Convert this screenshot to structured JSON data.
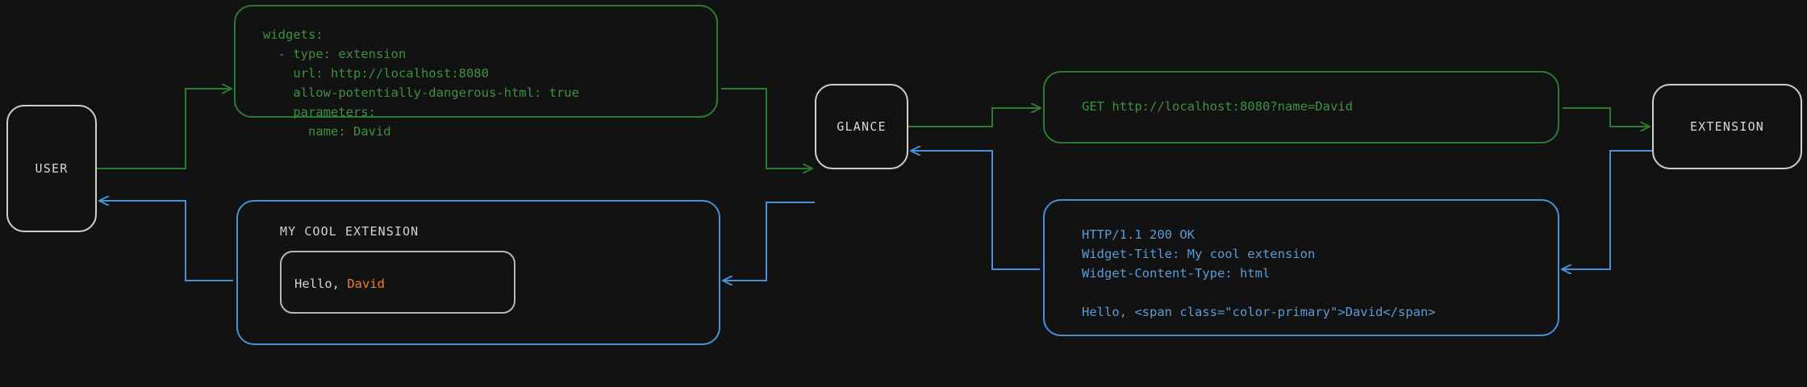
{
  "diagram": {
    "background_color": "#121212",
    "request_color": "#2f7a32",
    "response_color": "#4a90d9",
    "node_border_color": "#cfcfcf",
    "accent_color": "#ef7f31",
    "nodes": {
      "user": "USER",
      "glance": "GLANCE",
      "extension": "EXTENSION"
    },
    "yaml_config": "widgets:\n  - type: extension\n    url: http://localhost:8080\n    allow-potentially-dangerous-html: true\n    parameters:\n      name: David",
    "get_request": "GET http://localhost:8080?name=David",
    "http_response": "HTTP/1.1 200 OK\nWidget-Title: My cool extension\nWidget-Content-Type: html\n\nHello, <span class=\"color-primary\">David</span>",
    "widget": {
      "title": "MY COOL EXTENSION",
      "greeting_prefix": "Hello, ",
      "greeting_name": "David"
    }
  }
}
